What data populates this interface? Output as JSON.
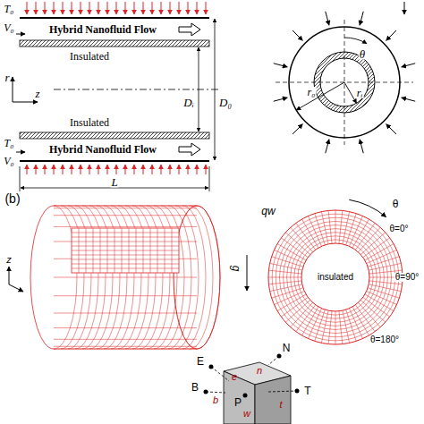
{
  "diagram": {
    "nodes": [
      {
        "text": [
          "Hybrid Nanofluid Flow"
        ]
      },
      {
        "text": [
          "Hybrid Nanofluid Flow"
        ]
      }
    ],
    "labels": [
      "T₀",
      "V₀",
      "Insulated",
      "r",
      "z",
      "Insulated",
      "Dᵢ",
      "D₀",
      "T₀",
      "V₀",
      "L",
      "θ",
      "r₀",
      "rᵢ",
      "(b)",
      "z",
      "g",
      "qw",
      "θ",
      "θ=0°",
      "insulated",
      "θ=90°",
      "θ=180°",
      "N",
      "E",
      "B",
      "P",
      "T",
      "e",
      "n",
      "b",
      "t",
      "w"
    ]
  }
}
